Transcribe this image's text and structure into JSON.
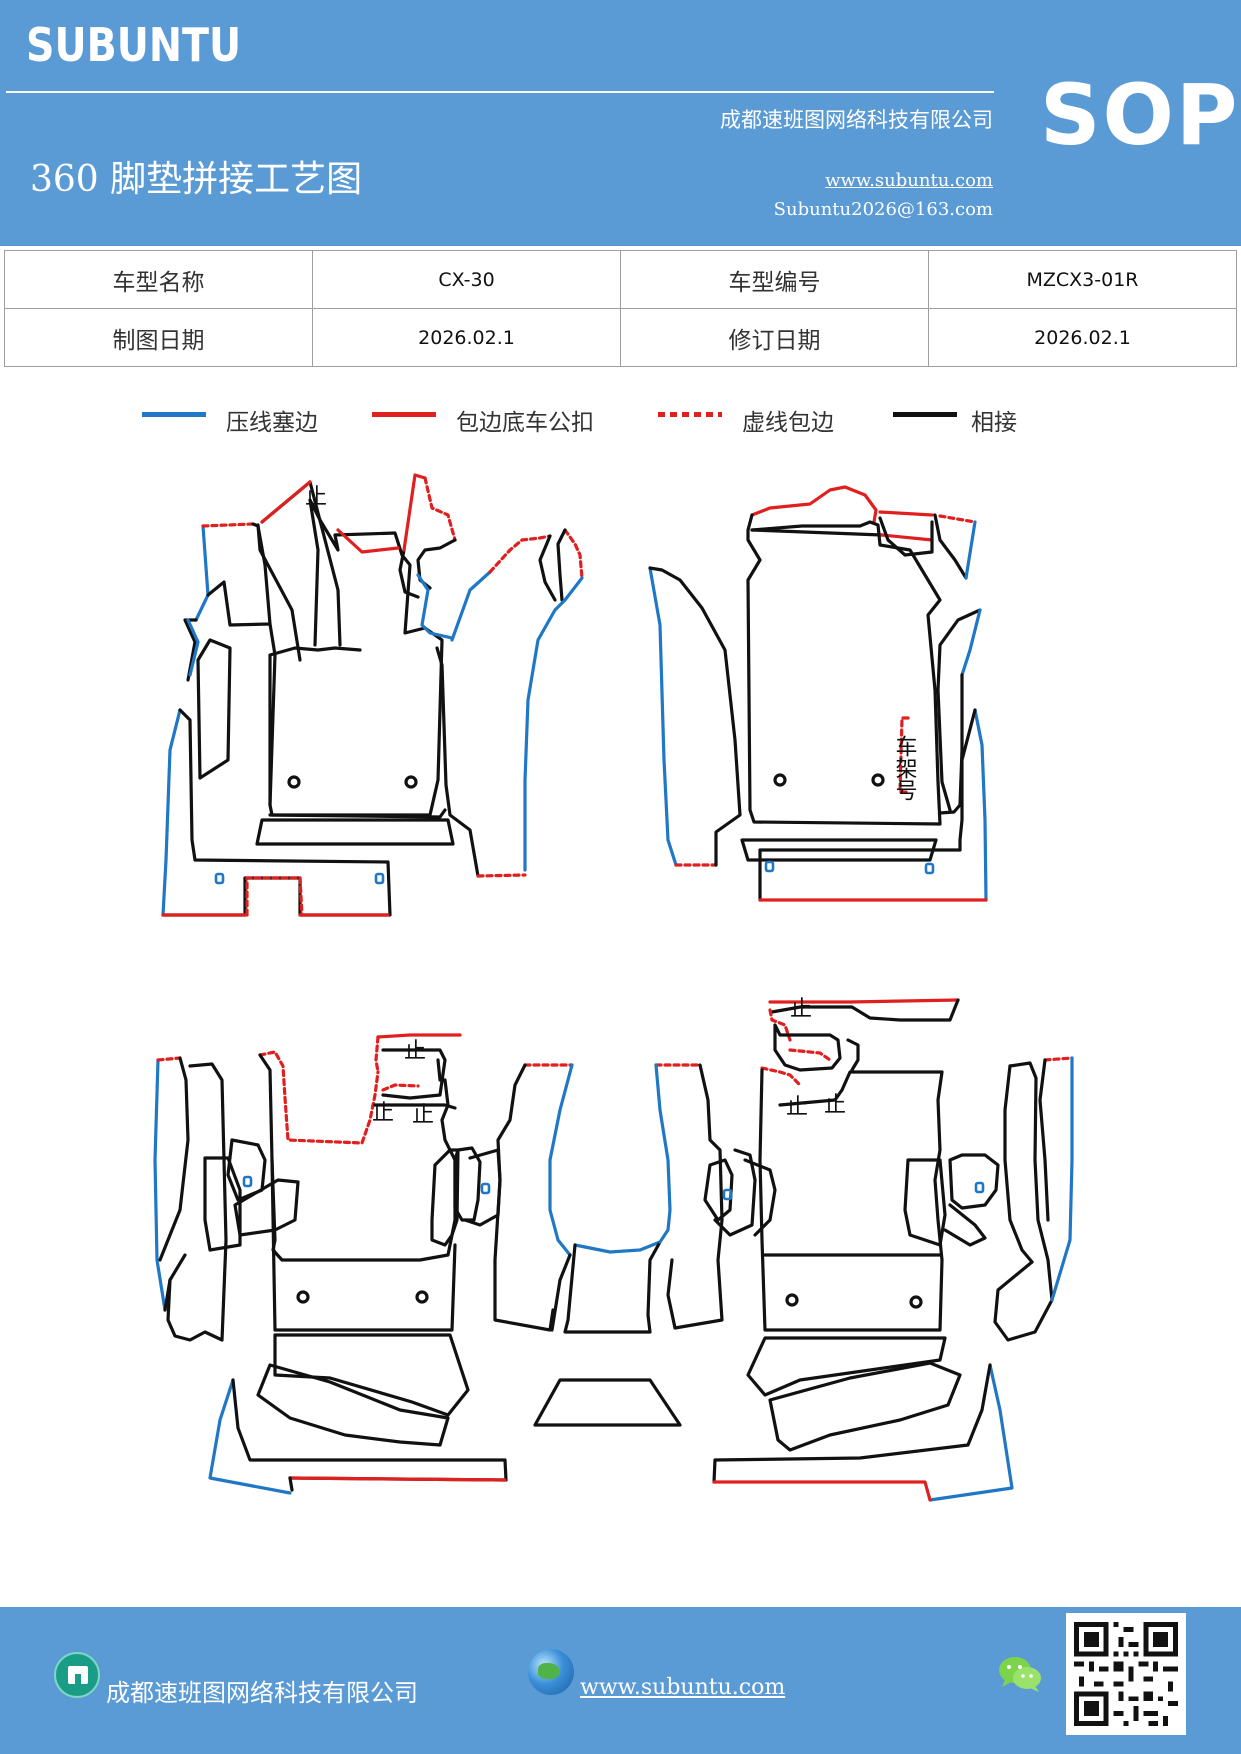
{
  "header": {
    "brand": "SUBUNTU",
    "sop": "SOP",
    "company": "成都速班图网络科技有限公司",
    "title": "360 脚垫拼接工艺图",
    "website": "www.subuntu.com",
    "email": "Subuntu2026@163.com"
  },
  "info_table": {
    "model_name_label": "车型名称",
    "model_name_value": "CX-30",
    "model_code_label": "车型编号",
    "model_code_value": "MZCX3-01R",
    "draw_date_label": "制图日期",
    "draw_date_value": "2026.02.1",
    "revise_date_label": "修订日期",
    "revise_date_value": "2026.02.1"
  },
  "legend": [
    {
      "label": "压线塞边",
      "color": "#1f77c6",
      "style": "solid"
    },
    {
      "label": "包边底车公扣",
      "color": "#e0201f",
      "style": "solid"
    },
    {
      "label": "虚线包边",
      "color": "#e0201f",
      "style": "dotted"
    },
    {
      "label": "相接",
      "color": "#111111",
      "style": "solid"
    }
  ],
  "diagram": {
    "frame_label": "车架号",
    "stop_mark": "止"
  },
  "footer": {
    "company": "成都速班图网络科技有限公司",
    "website": "www.subuntu.com"
  },
  "icons": {
    "company": "building-icon",
    "website": "globe-icon",
    "wechat": "wechat-icon",
    "qr": "qr-code"
  },
  "colors": {
    "header_bg": "#5b9bd5",
    "blue_edge": "#1f77c6",
    "red_edge": "#e0201f"
  }
}
